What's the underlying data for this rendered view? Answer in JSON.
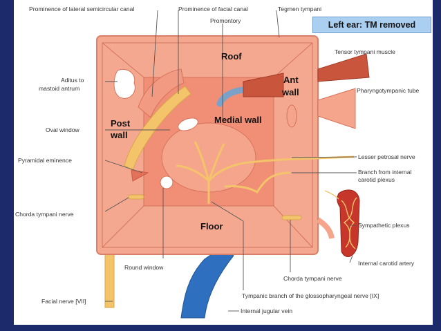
{
  "title_tag": "Left ear: TM removed",
  "walls": {
    "roof": "Roof",
    "ant_wall_1": "Ant",
    "ant_wall_2": "wall",
    "post_wall_1": "Post",
    "post_wall_2": "wall",
    "medial_wall": "Medial wall",
    "floor": "Floor"
  },
  "labels": {
    "lateral_canal": "Prominence of lateral semicircular canal",
    "facial_canal": "Prominence of facial canal",
    "tegmen": "Tegmen tympani",
    "promontory": "Promontory",
    "aditus_1": "Aditus to",
    "aditus_2": "mastoid antrum",
    "oval_window": "Oval window",
    "pyramidal": "Pyramidal eminence",
    "chorda_left": "Chorda tympani nerve",
    "round_window": "Round window",
    "facial_nerve": "Facial nerve [VII]",
    "tensor": "Tensor tympani muscle",
    "pharyngotympanic": "Pharyngotympanic tube",
    "lesser_petrosal": "Lesser petrosal nerve",
    "branch_ica_1": "Branch from internal",
    "branch_ica_2": "carotid plexus",
    "sympathetic": "Sympathetic plexus",
    "internal_carotid": "Internal carotid artery",
    "chorda_right": "Chorda tympani nerve",
    "tympanic_branch": "Tympanic branch of the glossopharyngeal nerve [IX]",
    "jugular": "Internal jugular vein"
  },
  "colors": {
    "frame": "#1c2a6b",
    "box_outer": "#f3a88f",
    "box_inner": "#f08f76",
    "nerve": "#f4c46a",
    "vein": "#2f6fc0",
    "artery": "#c6362a"
  }
}
